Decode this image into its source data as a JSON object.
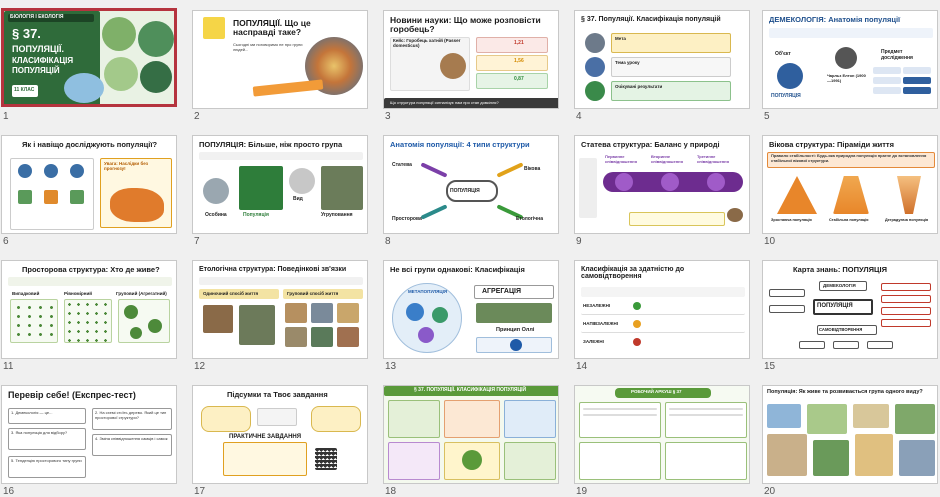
{
  "slides": [
    {
      "num": "1",
      "lines": [
        "БІОЛОГІЯ І ЕКОЛОГІЯ",
        "§ 37.",
        "ПОПУЛЯЦІЇ.",
        "КЛАСИФІКАЦІЯ",
        "ПОПУЛЯЦІЙ",
        "11 КЛАС"
      ]
    },
    {
      "num": "2",
      "title": "ПОПУЛЯЦІЇ. Що це насправді таке?",
      "sub": "Сьогодні ми поговоримо не про групи людей..."
    },
    {
      "num": "3",
      "title": "Новини науки: Що може розповісти горобець?",
      "case": "Кейс: Горобець хатній (Passer domesticus)",
      "vals": [
        "1,21",
        "1,56",
        "0,87"
      ],
      "footer": "Що структура популяції сигналізує нам про стан довкілля?"
    },
    {
      "num": "4",
      "title": "§ 37. Популяції. Класифікація популяцій",
      "items": [
        "Мета",
        "Тема уроку",
        "Очікувані результати"
      ]
    },
    {
      "num": "5",
      "title": "ДЕМЕКОЛОГІЯ: Анатомія популяції",
      "labels": [
        "Об'єкт",
        "Предмет дослідження",
        "ПОПУЛЯЦІЯ",
        "Чарльз Елтон (1900—1991)"
      ]
    },
    {
      "num": "6",
      "title": "Як і навіщо досліджують популяції?",
      "callout": "Увага: Наслідки без прогнозу!"
    },
    {
      "num": "7",
      "title": "ПОПУЛЯЦІЯ: Більше, ніж просто група",
      "labels": [
        "Особина",
        "Популяція",
        "Вид",
        "Угруповання"
      ]
    },
    {
      "num": "8",
      "title": "Анатомія популяції: 4 типи структури",
      "labels": [
        "Статева",
        "Вікова",
        "ПОПУЛЯЦІЯ",
        "Просторова",
        "Етологічна"
      ]
    },
    {
      "num": "9",
      "title": "Статева структура: Баланс у природі",
      "labels": [
        "Первинне співвідношення",
        "Вторинне співвідношення",
        "Третинне співвідношення"
      ]
    },
    {
      "num": "10",
      "title": "Вікова структура: Піраміди життя",
      "rule": "Правило стабільності: Будь-яка природна популяція прагне до встановлення стабільної вікової структури.",
      "labels": [
        "Зростаюча популяція",
        "Стабільна популяція",
        "Деградуюча популяція"
      ]
    },
    {
      "num": "11",
      "title": "Просторова структура: Хто де живе?",
      "labels": [
        "Випадковий",
        "Рівномірний",
        "Груповий (Агрегатний)"
      ]
    },
    {
      "num": "12",
      "title": "Етологічна структура: Поведінкові зв'язки",
      "labels": [
        "Одиночний спосіб життя",
        "Груповий спосіб життя"
      ]
    },
    {
      "num": "13",
      "title": "Не всі групи однакові: Класифікація",
      "labels": [
        "МЕТАПОПУЛЯЦІЯ",
        "АГРЕГАЦІЯ",
        "Принцип Оллі"
      ]
    },
    {
      "num": "14",
      "title": "Класифікація за здатністю до самовідтворення",
      "rows": [
        "НЕЗАЛЕЖНІ",
        "НАПІВЗАЛЕЖНІ",
        "ЗАЛЕЖНІ"
      ]
    },
    {
      "num": "15",
      "title": "Карта знань: ПОПУЛЯЦІЯ",
      "labels": [
        "ДЕМЕКОЛОГІЯ",
        "ПОПУЛЯЦІЯ",
        "САМОВІДТВОРЕННЯ"
      ]
    },
    {
      "num": "16",
      "title": "Перевір себе! (Експрес-тест)",
      "qs": [
        "1. Демекологія — це...",
        "2. На схемі стоїть дерево. Який це тип просторової структури?",
        "3. Яка популяція для відбору?",
        "4. Зміна співвідношення самців і самок",
        "5. Тенденцію просторового типу групи"
      ]
    },
    {
      "num": "17",
      "title": "Підсумки та Твоє завдання",
      "task": "ПРАКТИЧНЕ ЗАВДАННЯ"
    },
    {
      "num": "18",
      "title": "§ 37. ПОПУЛЯЦІЇ. КЛАСИФІКАЦІЯ ПОПУЛЯЦІЙ"
    },
    {
      "num": "19",
      "title": "РОБОЧИЙ АРКУШ § 37"
    },
    {
      "num": "20",
      "title": "Популяція: Як живе та розвивається група одного виду?"
    }
  ]
}
